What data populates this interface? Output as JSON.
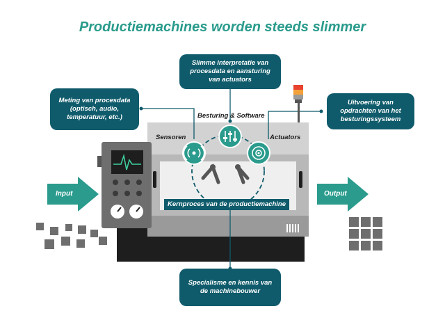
{
  "title": "Productiemachines worden steeds slimmer",
  "bubbles": {
    "top": "Slimme interpretatie van procesdata en aansturing van actuators",
    "left": "Meting van procesdata (optisch, audio, temperatuur, etc.)",
    "right": "Uitvoering van opdrachten van het besturingssysteem",
    "bottom": "Specialisme en kennis van de machinebouwer"
  },
  "labels": {
    "control": "Besturing & Software",
    "sensors": "Sensoren",
    "actuators": "Actuators",
    "core_process": "Kernproces van de productiemachine",
    "input": "Input",
    "output": "Output"
  },
  "icons": [
    "wireless-sensor-icon",
    "equalizer-icon",
    "target-icon",
    "robot-arm-icon",
    "signal-tower-icon",
    "oscilloscope-icon"
  ],
  "colors": {
    "title": "#2a9b8c",
    "bubble": "#0f5b6b",
    "accent": "#2a9b8c",
    "machine_gray": "#c8c8c8",
    "dark": "#2b2b2b"
  }
}
